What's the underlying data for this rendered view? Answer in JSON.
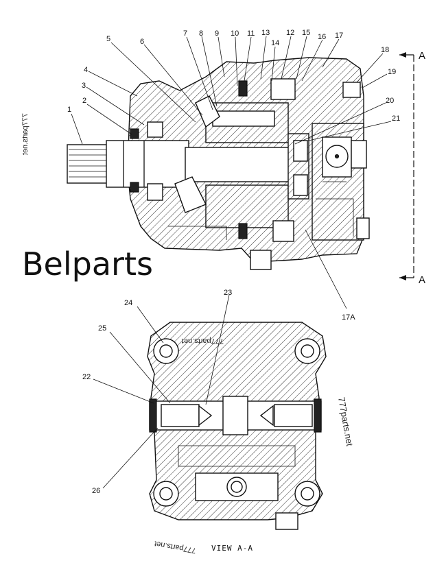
{
  "brand": "Belparts",
  "view_title": "VIEW A-A",
  "section_marks": [
    "A",
    "A"
  ],
  "watermarks": [
    "777parts.net",
    "777parts.net",
    "777parts.net",
    "777parts.net"
  ],
  "callouts_top": [
    "1",
    "2",
    "3",
    "4",
    "5",
    "6",
    "7",
    "8",
    "9",
    "10",
    "11",
    "13",
    "14",
    "12",
    "15",
    "16",
    "17",
    "18",
    "19",
    "20",
    "21",
    "17A"
  ],
  "callouts_bottom": [
    "22",
    "23",
    "24",
    "25",
    "26"
  ]
}
